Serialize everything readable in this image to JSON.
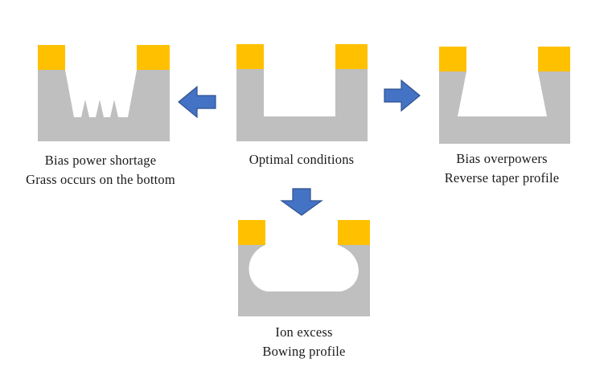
{
  "colors": {
    "mask": "#ffc000",
    "substrate": "#bfbfbf",
    "arrow_fill": "#4472c4",
    "arrow_stroke": "#2f528f",
    "text": "#1a1a1a"
  },
  "profiles": [
    {
      "id": "grass",
      "caption": [
        "Bias power shortage",
        "Grass occurs on the bottom"
      ]
    },
    {
      "id": "optimal",
      "caption": [
        "Optimal conditions"
      ]
    },
    {
      "id": "reverse-taper",
      "caption": [
        "Bias overpowers",
        "Reverse taper profile"
      ]
    },
    {
      "id": "bowing",
      "caption": [
        "Ion excess",
        "Bowing profile"
      ]
    }
  ],
  "arrows": [
    "left",
    "right",
    "down"
  ]
}
